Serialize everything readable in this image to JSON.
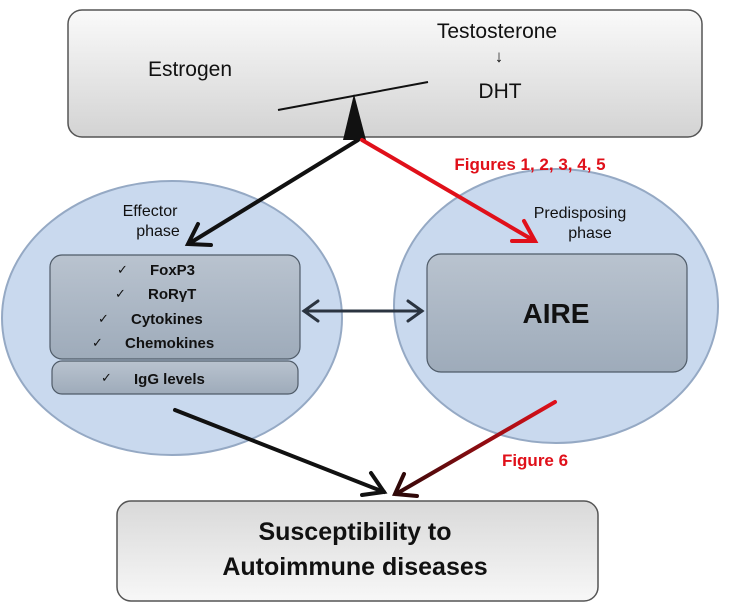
{
  "hormones": {
    "estrogen": "Estrogen",
    "testosterone": "Testosterone",
    "conversion_arrow": "↓",
    "dht": "DHT"
  },
  "figure_refs": {
    "top": "Figures 1, 2, 3, 4, 5",
    "bottom": "Figure 6"
  },
  "effector": {
    "title_line1": "Effector",
    "title_line2": "phase",
    "checkmark": "✓",
    "items": [
      "FoxP3",
      "RoRγT",
      "Cytokines",
      "Chemokines"
    ],
    "igg": "IgG levels"
  },
  "predisposing": {
    "title_line1": "Predisposing",
    "title_line2": "phase",
    "aire": "AIRE"
  },
  "outcome": {
    "line1": "Susceptibility to",
    "line2": "Autoimmune diseases"
  },
  "colors": {
    "black_arrow": "#111111",
    "red_arrow": "#e0101a",
    "dark_arrow": "#2b3440",
    "ellipse_fill": "#c9d9ee",
    "ellipse_stroke": "#95a9c4",
    "box_top": "#dadada",
    "box_bottom": "#ffffff",
    "inner_box": "#a8b4c2"
  }
}
